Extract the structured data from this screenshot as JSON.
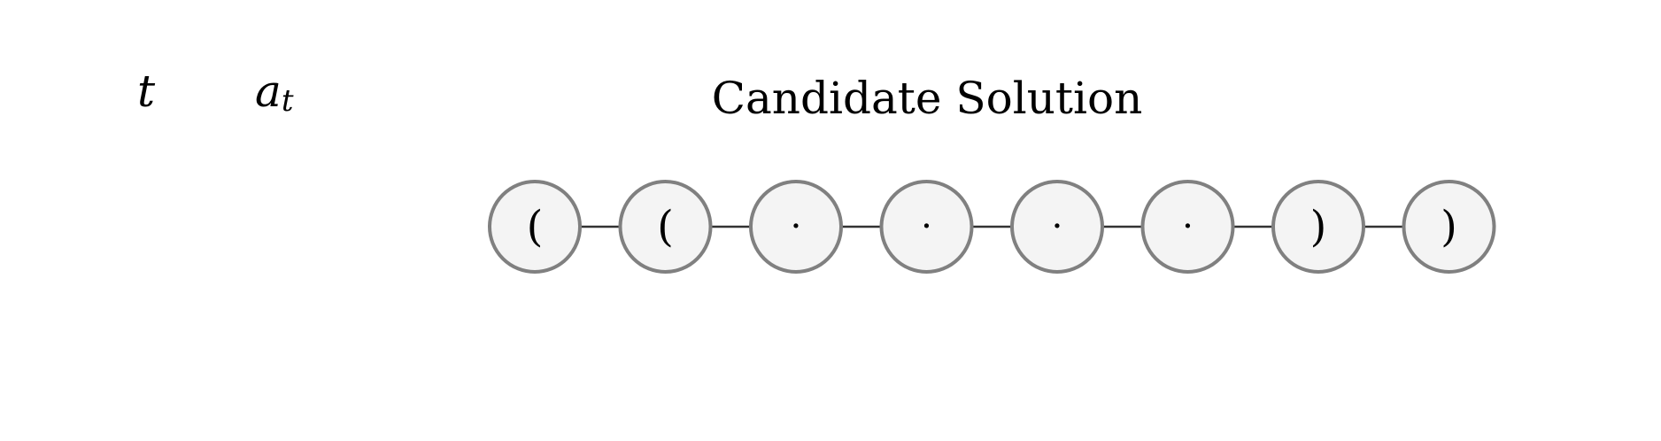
{
  "header": {
    "t_label": "t",
    "at_label": "a",
    "at_subscript": "t",
    "title": "Candidate Solution"
  },
  "chain": {
    "tokens": [
      "(",
      "(",
      "·",
      "·",
      "·",
      "·",
      ")",
      ")"
    ],
    "node_fill": "#f4f4f4",
    "node_stroke": "#808080",
    "edge_color": "#333333"
  }
}
